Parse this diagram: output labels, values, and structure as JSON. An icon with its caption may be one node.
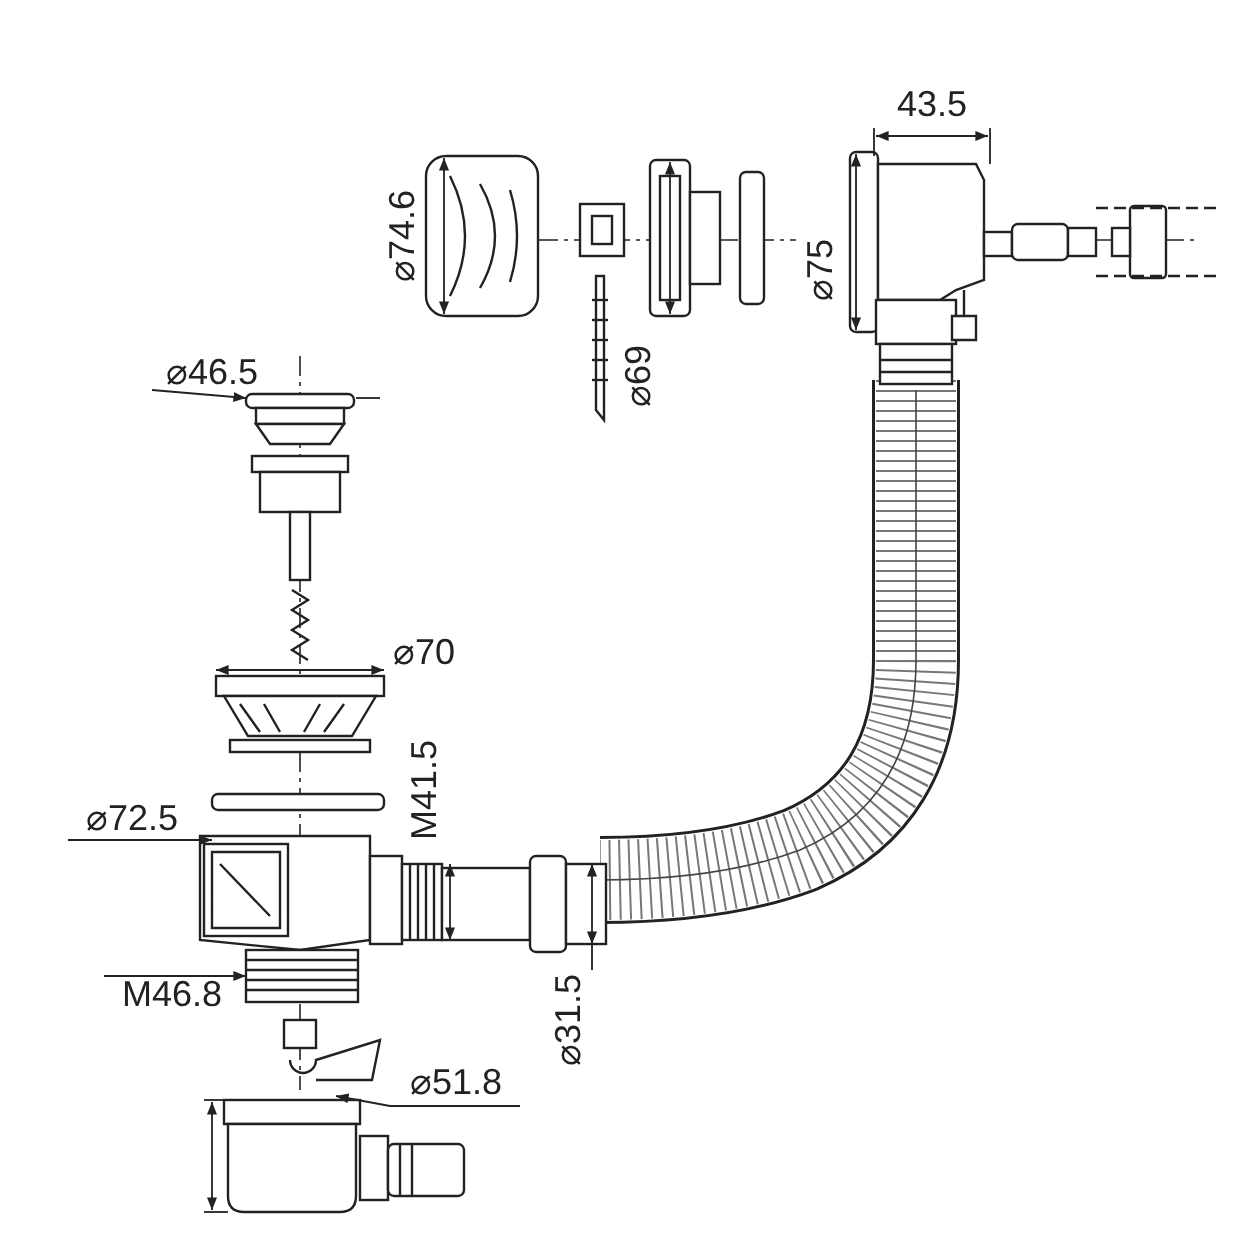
{
  "diagram": {
    "labels": [
      "43.5",
      "⌀74.6",
      "⌀75",
      "⌀69",
      "⌀46.5",
      "⌀70",
      "M41.5",
      "⌀72.5",
      "⌀31.5",
      "M46.8",
      "⌀51.8"
    ]
  }
}
